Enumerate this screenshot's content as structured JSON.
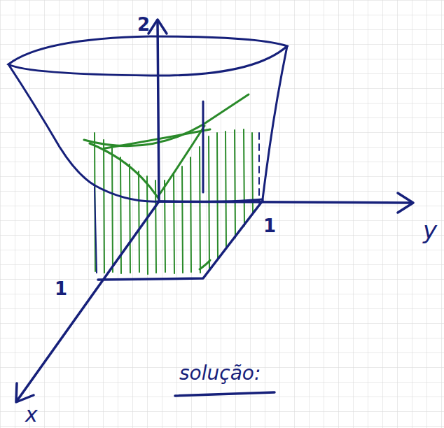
{
  "diagram": {
    "labels": [
      "2",
      "1",
      "1",
      "y",
      "x",
      "solução:"
    ]
  }
}
